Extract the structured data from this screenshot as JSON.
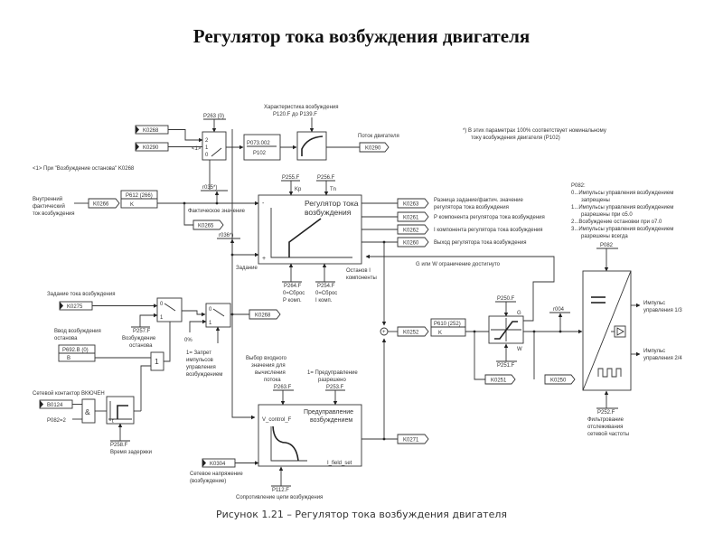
{
  "title": "Регулятор тока возбуждения двигателя",
  "caption": "Рисунок 1.21 – Регулятор тока возбуждения двигателя",
  "note": {
    "line1": "*)  В этих параметрах 100% соответствует номинальному",
    "line2": "току возбуждения двигателя (P102)"
  },
  "top_section": {
    "k0268_in": "K0268",
    "k0290_in": "K0290",
    "selector_param": "P263 (0)",
    "selector_ports": [
      "2",
      "1",
      "0"
    ],
    "selector_note": "<1>",
    "note1": "<1> При \"Возбуждение останова\" K0268",
    "scale_top": "P073.002",
    "scale_bottom": "P102",
    "char_label1": "Характеристика возбуждения",
    "char_label2": "P120.F до P139.F",
    "flux_label": "Поток двигателя",
    "flux_out": "K0290"
  },
  "actual_section": {
    "label": [
      "Внутренний",
      "фактический",
      "ток возбуждения"
    ],
    "k0266": "K0266",
    "p612": "P612 (266)",
    "k_label": "K",
    "r035": "r035*)",
    "actual_value": "Фактическое значение",
    "k0265": "K0265"
  },
  "regulator": {
    "title1": "Регулятор тока",
    "title2": "возбуждения",
    "kp_param": "P255.F",
    "kp_label": "Kp",
    "tn_param": "P256.F",
    "tn_label": "Tn",
    "minus": "-",
    "plus": "+",
    "r036": "r036*)",
    "setpoint_label": "Задание",
    "p264": [
      "P264.F",
      "0=Сброс",
      "P комп."
    ],
    "p254": [
      "P254.F",
      "0=Сброс",
      "I комп."
    ],
    "stop_i": [
      "Останов I",
      "компоненты"
    ],
    "outputs": [
      {
        "connector": "K0263",
        "desc1": "Разница задание/фактич. значение",
        "desc2": "регулятора тока возбуждения"
      },
      {
        "connector": "K0261",
        "desc1": "P компонента регулятора тока возбуждения",
        "desc2": ""
      },
      {
        "connector": "K0262",
        "desc1": "I компонента регулятора тока возбуждения",
        "desc2": ""
      },
      {
        "connector": "K0260",
        "desc1": "Выход регулятора тока возбуждения",
        "desc2": ""
      }
    ],
    "limit_label": "G или W ограничение достигнуто"
  },
  "p082_info": {
    "title": "P082:",
    "items": [
      "0...Импульсы управления возбуждением",
      "запрещены",
      "1...Импульсы управления возбуждением",
      "разрешены при    o5.0",
      "2...Возбуждение остановки при    o7.0",
      "3...Импульсы управления возбуждением",
      "разрешены всегда"
    ],
    "param": "P082"
  },
  "setpoint_section": {
    "label": "Задание тока возбуждения",
    "k0275": "K0275",
    "switch_ports": [
      "0",
      "1"
    ],
    "stop_input_label": [
      "Ввод возбуждения",
      "останова"
    ],
    "p692": "P692.B (0)",
    "b_label": "B",
    "p257": [
      "P257.F",
      "Возбуждение",
      "останова"
    ],
    "or_label": "1",
    "zero_pct": "0%",
    "inhibit": [
      "1= Запрет",
      "импульсов",
      "управления",
      "возбуждением"
    ],
    "k0268_out": "K0268"
  },
  "contactor_section": {
    "label": "Сетевой контактор ВКЮЧЕН",
    "b0124": "B0124",
    "p082_eq": "P082=2",
    "and_label": "&",
    "timer_label": "t",
    "p258": [
      "P258.F",
      "Время задержки"
    ]
  },
  "precontrol": {
    "select_label": [
      "Выбор входного",
      "значения для",
      "вычисления",
      "потока"
    ],
    "p263": "P263.F",
    "enable_label": [
      "1= Предуправление",
      "разрешено"
    ],
    "p253": "P253.F",
    "title1": "Предуправление",
    "title2": "возбуждением",
    "y_label": "V_control_F",
    "x_label": "I_field_set",
    "k0304": "K0304",
    "voltage_label": [
      "Сетевое напряжение",
      "(возбуждение)"
    ],
    "p112": "P112.F",
    "resistance_label": "Сопротивление цепи возбуждения",
    "k0271": "K0271"
  },
  "limiter_section": {
    "k0252": "K0252",
    "p610": "P610 (252)",
    "k_label": "K",
    "p250": "P250.F",
    "g_label": "G",
    "w_label": "W",
    "p251": "P251.F",
    "k0251": "K0251",
    "k0250": "K0250",
    "r004": "r004"
  },
  "converter": {
    "out1": [
      "Импульс",
      "управления 1/3"
    ],
    "out2": [
      "Импульс",
      "управления 2/4"
    ],
    "p252": "P252.F",
    "filter_label": [
      "Фильтрование",
      "отслеживания",
      "сетевой частоты"
    ]
  }
}
